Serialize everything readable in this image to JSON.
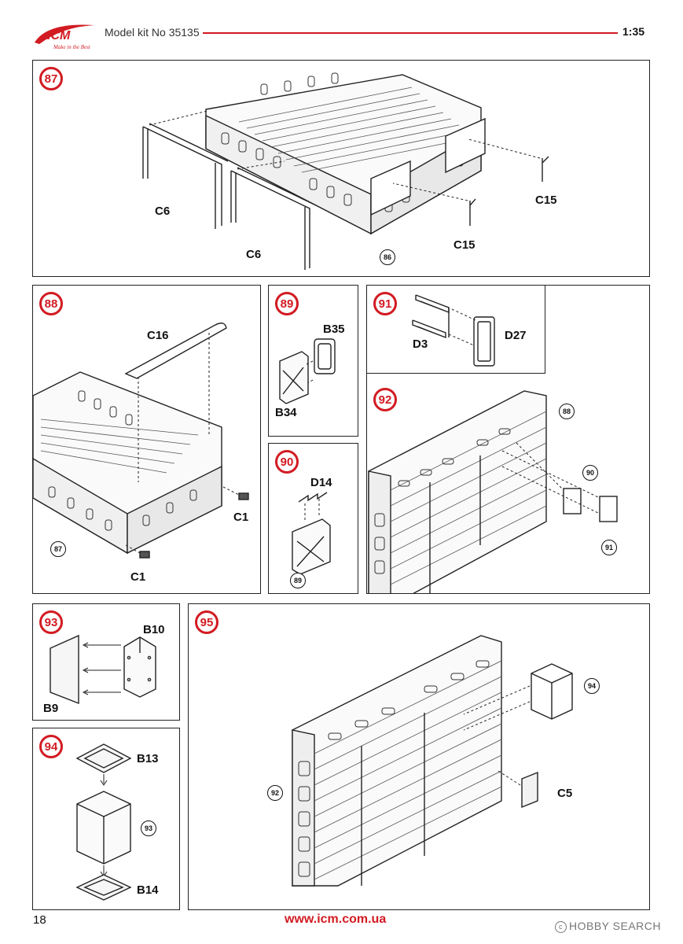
{
  "header": {
    "logo_text": "ICM",
    "logo_tagline": "Make in the Best",
    "kit_label": "Model kit No 35135",
    "scale": "1:35",
    "brand_color": "#d21b22"
  },
  "steps": [
    {
      "id": "87",
      "labels": {
        "c6_a": "C6",
        "c6_b": "C6",
        "c15_a": "C15",
        "c15_b": "C15"
      },
      "refs": {
        "r86": "86"
      }
    },
    {
      "id": "88",
      "labels": {
        "c16": "C16",
        "c1_a": "C1",
        "c1_b": "C1"
      },
      "refs": {
        "r87": "87"
      }
    },
    {
      "id": "89",
      "labels": {
        "b35": "B35",
        "b34": "B34"
      }
    },
    {
      "id": "90",
      "labels": {
        "d14": "D14"
      },
      "refs": {
        "r89": "89"
      }
    },
    {
      "id": "91",
      "labels": {
        "d3": "D3",
        "d27": "D27"
      }
    },
    {
      "id": "92",
      "refs": {
        "r88": "88",
        "r90": "90",
        "r91": "91"
      }
    },
    {
      "id": "93",
      "labels": {
        "b10": "B10",
        "b9": "B9"
      }
    },
    {
      "id": "94",
      "labels": {
        "b13": "B13",
        "b14": "B14"
      },
      "refs": {
        "r93": "93"
      }
    },
    {
      "id": "95",
      "labels": {
        "c5": "C5"
      },
      "refs": {
        "r94": "94",
        "r92": "92"
      }
    }
  ],
  "footer": {
    "page_number": "18",
    "url": "www.icm.com.ua",
    "watermark": "HOBBY SEARCH"
  }
}
